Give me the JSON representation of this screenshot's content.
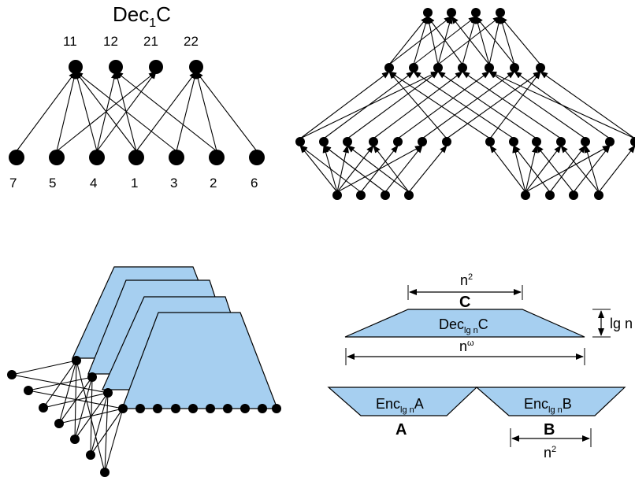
{
  "panel_tl": {
    "title_main": "Dec",
    "title_sub": "1",
    "title_end": "C",
    "top_labels": [
      "11",
      "12",
      "21",
      "22"
    ],
    "bottom_labels": [
      "7",
      "5",
      "4",
      "1",
      "3",
      "2",
      "6"
    ]
  },
  "panel_br": {
    "c_width_label": "n",
    "c_width_sup": "2",
    "c_label": "C",
    "dec_main": "Dec",
    "dec_sub": "lg n",
    "dec_end": "C",
    "height_label": "lg n",
    "omega_base": "n",
    "omega_sup": "ω",
    "enc_a_main": "Enc",
    "enc_a_sub": "lg n",
    "enc_a_end": "A",
    "enc_b_main": "Enc",
    "enc_b_sub": "lg n",
    "enc_b_end": "B",
    "a_label": "A",
    "b_label": "B",
    "b_width_label": "n",
    "b_width_sup": "2"
  },
  "colors": {
    "fill": "#a6cff0",
    "stroke": "#000000"
  }
}
